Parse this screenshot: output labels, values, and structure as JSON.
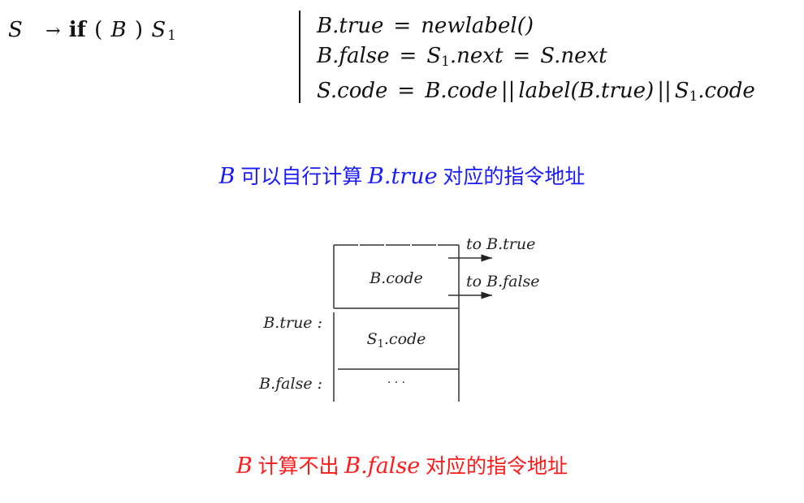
{
  "production": {
    "lhs": "S",
    "arrow": "→",
    "keyword": "if",
    "lparen": "(",
    "cond": "B",
    "rparen": ")",
    "body": "S",
    "body_sub": "1"
  },
  "rules": [
    {
      "lhs": "B.true",
      "rhs": "newlabel()"
    },
    {
      "lhs": "B.false",
      "rhs_parts": [
        "S",
        "1",
        ".next",
        "S.next"
      ]
    },
    {
      "lhs": "S.code",
      "rhs_parts": [
        "B.code",
        "||",
        "label(B.true)",
        "||",
        "S",
        "1",
        ".code"
      ]
    }
  ],
  "captions": {
    "top": {
      "b": "B",
      "text1": "可以自行计算",
      "attr": "B.true",
      "text2": "对应的指令地址",
      "color": "#1a1aff"
    },
    "bottom": {
      "b": "B",
      "text1": "计算不出",
      "attr": "B.false",
      "text2": "对应的指令地址",
      "color": "#ff1a1a"
    }
  },
  "diagram": {
    "cells": [
      "B.code",
      "S1.code",
      "· · ·"
    ],
    "cell_b_code": "B.code",
    "cell_s1": "S",
    "cell_s1_sub": "1",
    "cell_s1_rest": ".code",
    "cell_dots": "· · ·",
    "side_labels": [
      "B.true :",
      "B.false :"
    ],
    "arrows": [
      "to B.true",
      "to B.false"
    ]
  }
}
